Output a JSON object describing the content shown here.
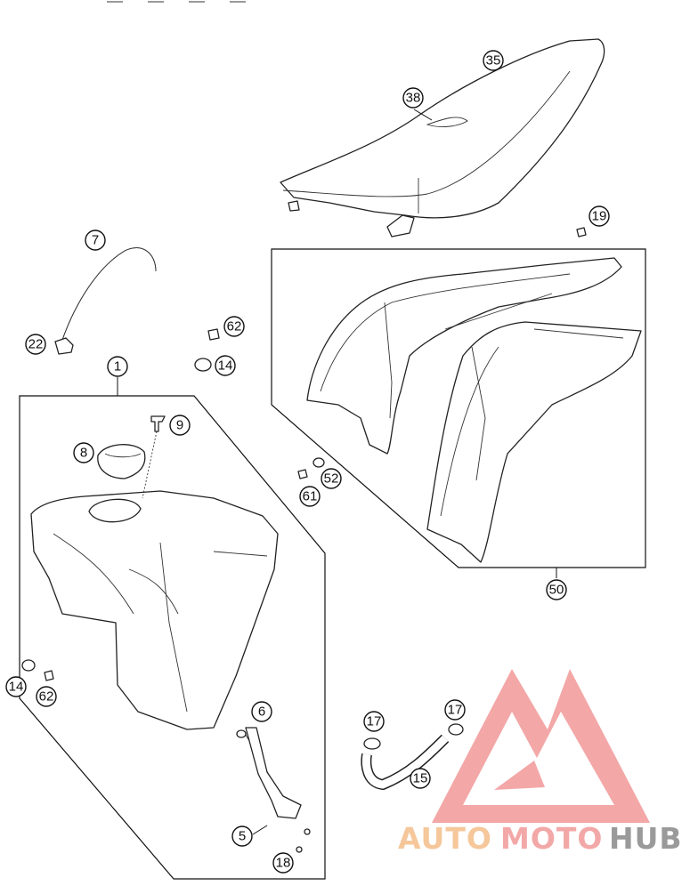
{
  "callouts": {
    "c35": "35",
    "c38": "38",
    "c19": "19",
    "c7": "7",
    "c62a": "62",
    "c22": "22",
    "c14a": "14",
    "c1": "1",
    "c9": "9",
    "c8": "8",
    "c52": "52",
    "c61": "61",
    "c50": "50",
    "c14b": "14",
    "c62b": "62",
    "c6": "6",
    "c17a": "17",
    "c17b": "17",
    "c15": "15",
    "c5": "5",
    "c18": "18"
  },
  "watermark": {
    "part1": "AUTO",
    "part2": "MOTO",
    "part3": "HUB",
    "colors": {
      "auto": "#f5c79a",
      "moto": "#f3a8a8",
      "hub": "#9a9a9a",
      "logo": "#f08a8a"
    }
  }
}
